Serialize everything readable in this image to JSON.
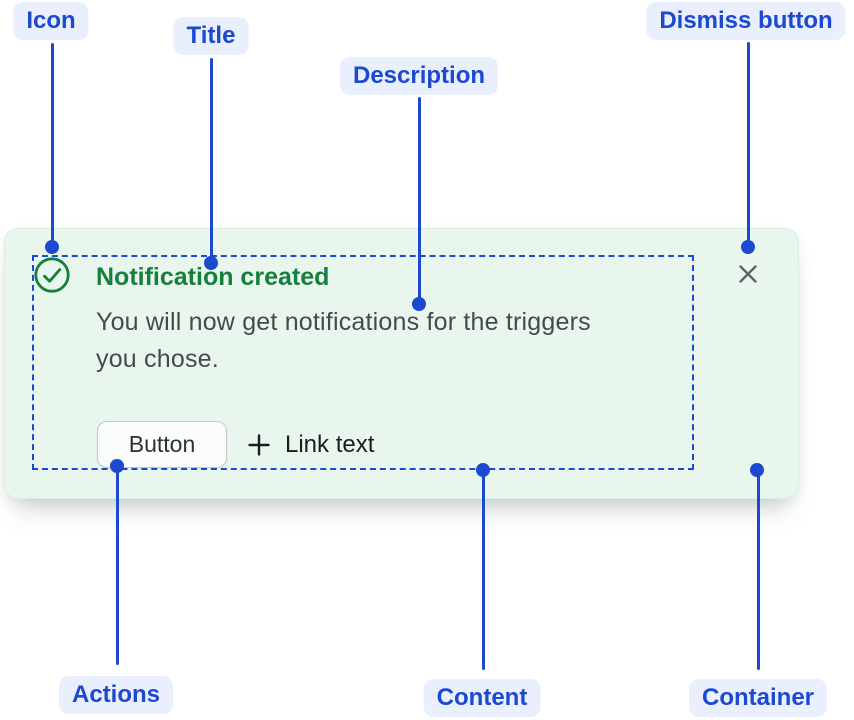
{
  "callouts": {
    "icon": {
      "label": "Icon"
    },
    "title": {
      "label": "Title"
    },
    "description": {
      "label": "Description"
    },
    "dismiss_button": {
      "label": "Dismiss button"
    },
    "actions": {
      "label": "Actions"
    },
    "content": {
      "label": "Content"
    },
    "container": {
      "label": "Container"
    }
  },
  "toast": {
    "title": "Notification created",
    "description": "You will now get notifications for the triggers you chose.",
    "description_lines": [
      "You will now get notifications for the triggers",
      "you chose."
    ],
    "button_label": "Button",
    "link_label": "Link text"
  },
  "icons": {
    "status": "check-circle-icon",
    "dismiss": "close-icon",
    "link_prefix": "plus-icon"
  },
  "colors": {
    "callout_text": "#1c49d0",
    "callout_bg": "#e9effc",
    "connector": "#1c49d0",
    "success_green": "#15803d",
    "toast_bg": "#e9f6ee",
    "toast_border": "#d8eee1",
    "body_text": "#46494d",
    "dismiss_icon": "#5f6368",
    "button_border": "#c3c7cb",
    "button_bg": "#fbfcfc",
    "button_text": "#2e3134",
    "link_text": "#1a1d20"
  }
}
